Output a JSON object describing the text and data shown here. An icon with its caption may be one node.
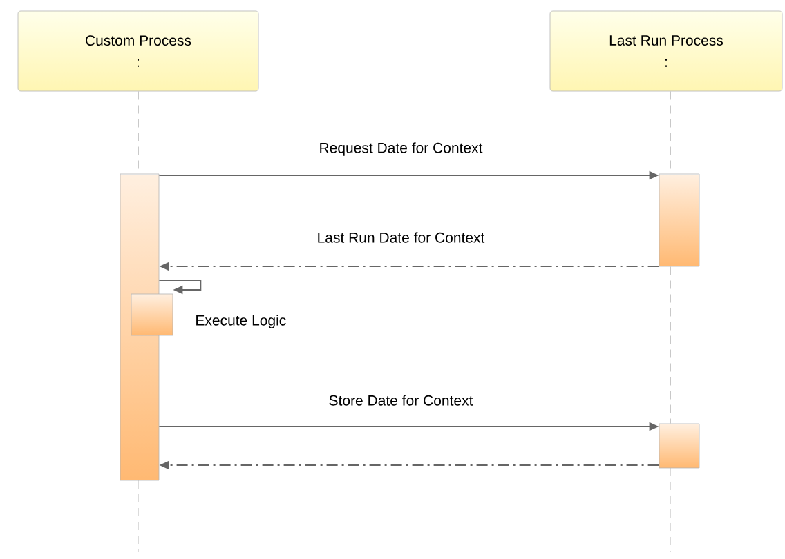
{
  "diagram": {
    "nodes": [
      {
        "text": [
          "Custom Process",
          ":"
        ]
      },
      {
        "text": [
          "Last Run Process",
          ":"
        ]
      },
      {
        "text": [],
        "shape": "bar"
      },
      {
        "text": [],
        "shape": "bar"
      },
      {
        "text": [],
        "shape": "bar"
      },
      {
        "text": [],
        "shape": "bar"
      }
    ],
    "edges": [
      {
        "from": 0,
        "to": 2,
        "arrow": "none",
        "style": "dashed"
      },
      {
        "from": 1,
        "to": 3,
        "arrow": "none",
        "style": "dashed"
      },
      {
        "from": 3,
        "to": 5,
        "arrow": "none",
        "style": "dashed"
      },
      {
        "from": 2,
        "to": 3,
        "arrow": "to",
        "label": "Request Date for Context"
      },
      {
        "from": 3,
        "to": 2,
        "arrow": "to",
        "label": "Last Run Date for Context",
        "style": "dashed"
      },
      {
        "from": 2,
        "to": 4,
        "arrow": "to",
        "label": "Execute Logic"
      },
      {
        "from": 2,
        "to": 5,
        "arrow": "to",
        "label": "Store Date for Context"
      },
      {
        "from": 5,
        "to": 2,
        "arrow": "to",
        "style": "dashed"
      }
    ]
  }
}
